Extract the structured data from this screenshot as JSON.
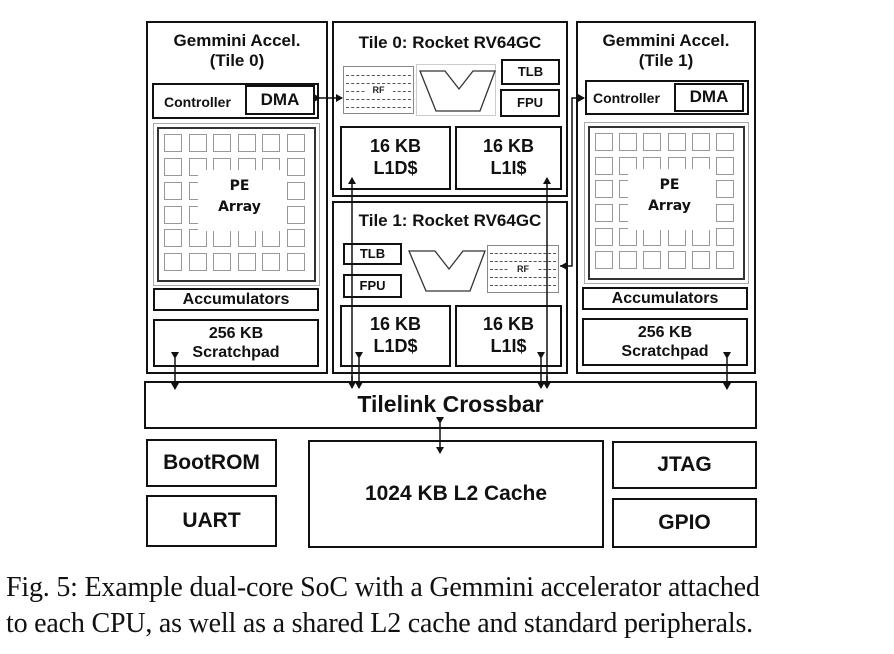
{
  "figure": {
    "gemmini_tile0": {
      "title_line1": "Gemmini Accel.",
      "title_line2": "(Tile 0)",
      "controller": "Controller",
      "dma": "DMA",
      "pe_array_line1": "PE",
      "pe_array_line2": "Array",
      "accumulators": "Accumulators",
      "scratchpad_line1": "256 KB",
      "scratchpad_line2": "Scratchpad"
    },
    "gemmini_tile1": {
      "title_line1": "Gemmini Accel.",
      "title_line2": "(Tile 1)",
      "controller": "Controller",
      "dma": "DMA",
      "pe_array_line1": "PE",
      "pe_array_line2": "Array",
      "accumulators": "Accumulators",
      "scratchpad_line1": "256 KB",
      "scratchpad_line2": "Scratchpad"
    },
    "rocket_tile0": {
      "title": "Tile 0: Rocket RV64GC",
      "rf": "RF",
      "tlb": "TLB",
      "fpu": "FPU",
      "l1d_line1": "16 KB",
      "l1d_line2": "L1D$",
      "l1i_line1": "16 KB",
      "l1i_line2": "L1I$"
    },
    "rocket_tile1": {
      "title": "Tile 1: Rocket RV64GC",
      "rf": "RF",
      "tlb": "TLB",
      "fpu": "FPU",
      "l1d_line1": "16 KB",
      "l1d_line2": "L1D$",
      "l1i_line1": "16 KB",
      "l1i_line2": "L1I$"
    },
    "crossbar": "Tilelink Crossbar",
    "l2_cache": "1024 KB L2 Cache",
    "peripherals": {
      "bootrom": "BootROM",
      "uart": "UART",
      "jtag": "JTAG",
      "gpio": "GPIO"
    },
    "pe_grid": {
      "rows": 6,
      "cols": 6
    }
  },
  "caption": {
    "line1": "Fig. 5: Example dual-core SoC with a Gemmini accelerator attached",
    "line2": "to each CPU, as well as a shared L2 cache and standard peripherals."
  }
}
